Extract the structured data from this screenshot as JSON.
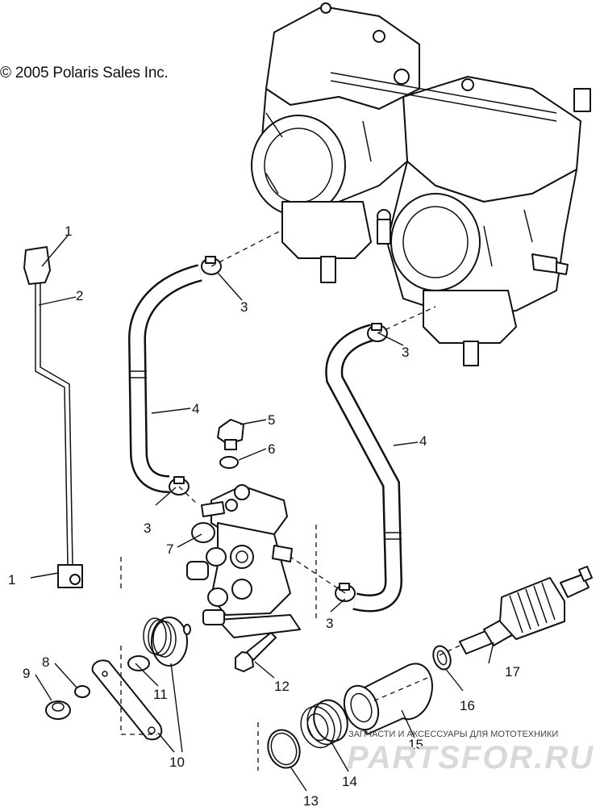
{
  "copyright": "© 2005 Polaris Sales Inc.",
  "callouts": {
    "c1a": "1",
    "c1b": "1",
    "c2": "2",
    "c3a": "3",
    "c3b": "3",
    "c3c": "3",
    "c3d": "3",
    "c4a": "4",
    "c4b": "4",
    "c5": "5",
    "c6": "6",
    "c7": "7",
    "c8": "8",
    "c9": "9",
    "c10": "10",
    "c11": "11",
    "c12": "12",
    "c13": "13",
    "c14": "14",
    "c15": "15",
    "c16": "16",
    "c17": "17"
  },
  "watermark": {
    "tagline": "ЗАПЧАСТИ И АКСЕССУАРЫ ДЛЯ МОТОТЕХНИКИ",
    "brand": "PARTSFOR.RU"
  }
}
